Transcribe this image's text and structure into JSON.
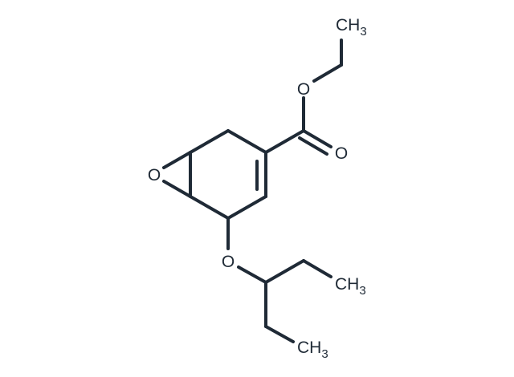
{
  "molecule": {
    "atoms": {
      "ester_o": "O",
      "carbonyl_o": "O",
      "epoxide_o": "O",
      "ether_o": "O",
      "ch3_top_main": "CH",
      "ch3_top_sub": "3",
      "ch3_right_main": "CH",
      "ch3_right_sub": "3",
      "ch3_bottom_main": "CH",
      "ch3_bottom_sub": "3"
    }
  }
}
